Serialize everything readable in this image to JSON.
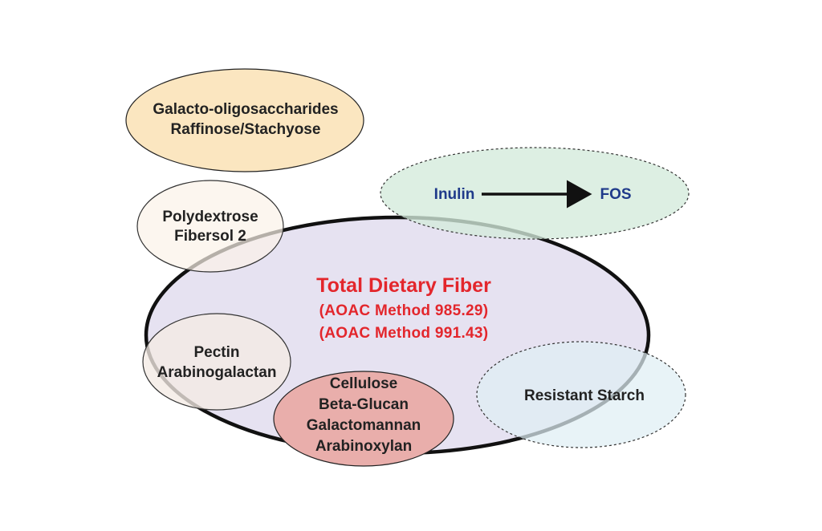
{
  "colors": {
    "total_fill": "#e6e2f1",
    "galacto_fill": "#fbe6c0",
    "inulin_fill": "#d3eadb",
    "poly_fill": "#fbf2e8",
    "pectin_fill": "#f4ebe4",
    "cellulose_fill": "#e9aeab",
    "resistant_fill": "#dfeef4",
    "title_red": "#e3262c",
    "blue": "#1f3a8a",
    "outline": "#222222"
  },
  "total": {
    "title": "Total Dietary Fiber",
    "method1": "(AOAC Method 985.29)",
    "method2": "(AOAC Method 991.43)"
  },
  "galacto": {
    "line1": "Galacto-oligosaccharides",
    "line2": "Raffinose/Stachyose"
  },
  "poly": {
    "line1": "Polydextrose",
    "line2": "Fibersol 2"
  },
  "inulin": {
    "from": "Inulin",
    "to": "FOS",
    "arrow_icon": "right-arrow-icon"
  },
  "pectin": {
    "line1": "Pectin",
    "line2": "Arabinogalactan"
  },
  "cellulose": {
    "line1": "Cellulose",
    "line2": "Beta-Glucan",
    "line3": "Galactomannan",
    "line4": "Arabinoxylan"
  },
  "resistant": {
    "label": "Resistant Starch"
  }
}
